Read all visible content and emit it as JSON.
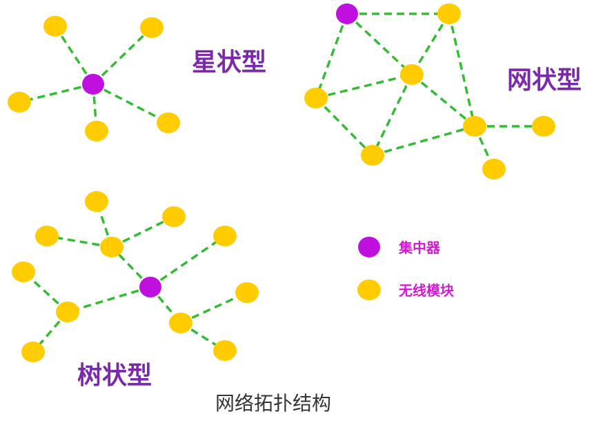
{
  "labels": {
    "star": "星状型",
    "mesh": "网状型",
    "tree": "树状型",
    "legend_hub": "集中器",
    "legend_module": "无线模块",
    "caption": "网络拓扑结构"
  },
  "colors": {
    "hub": "#c010e0",
    "module": "#ffcc00",
    "edge": "#33bb33",
    "title": "#7a2aa8",
    "legend_text": "#d01ad0"
  }
}
